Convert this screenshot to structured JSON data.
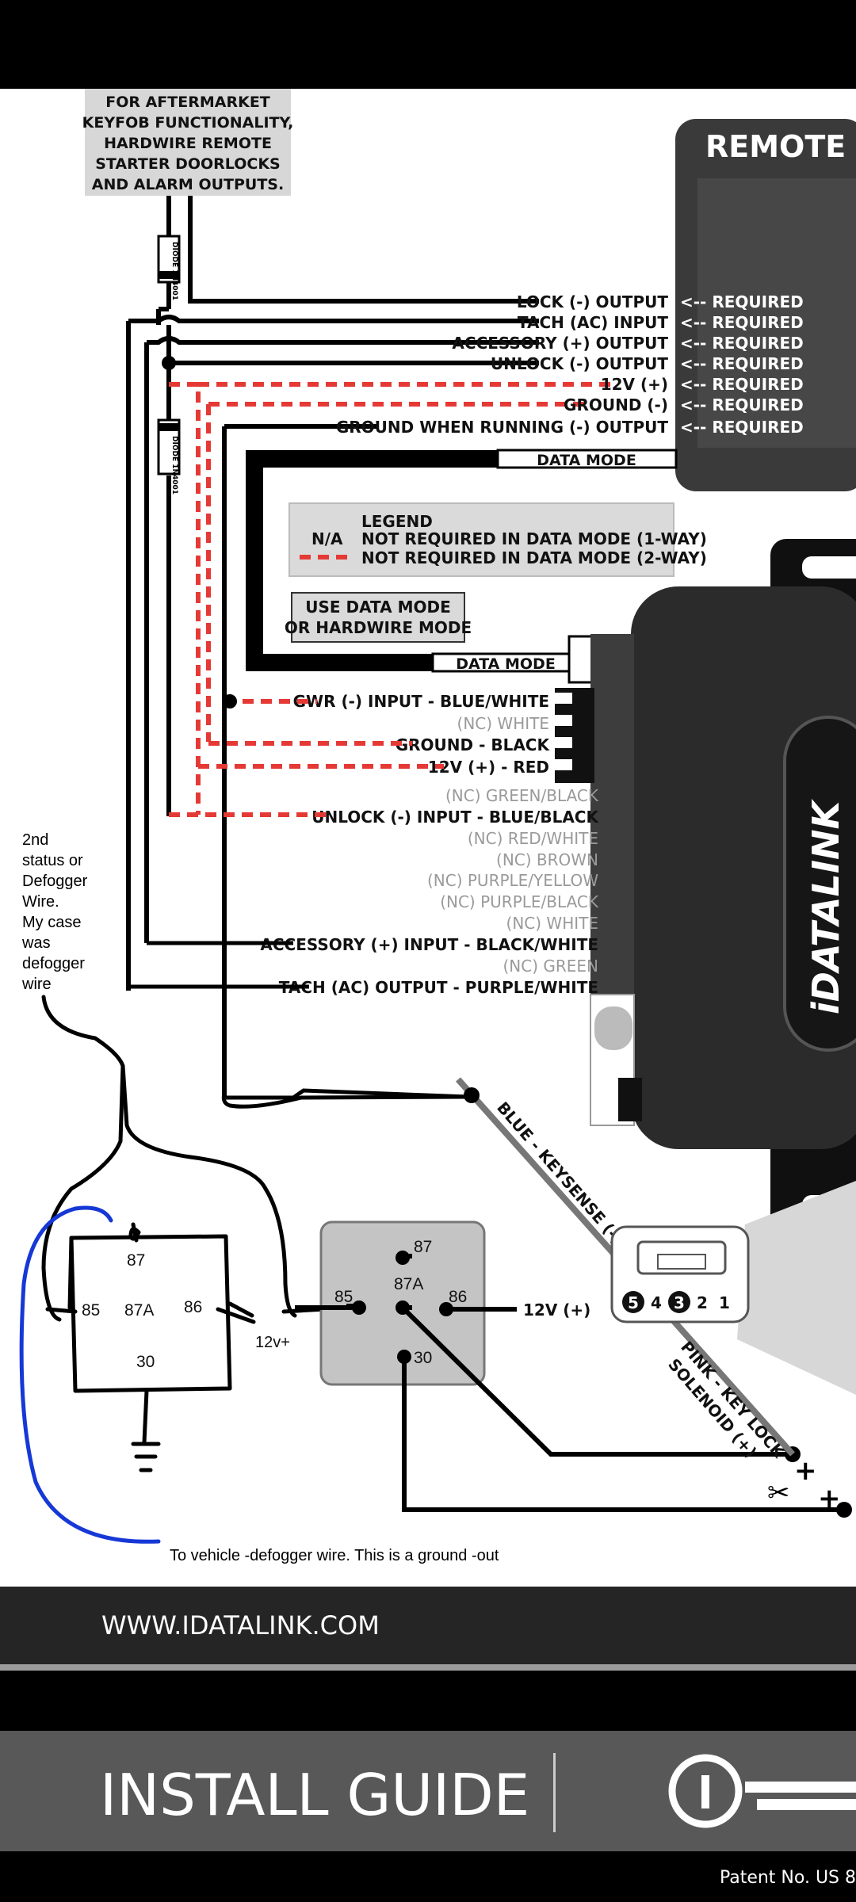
{
  "top_note": [
    "FOR AFTERMARKET",
    "KEYFOB FUNCTIONALITY,",
    "HARDWIRE REMOTE",
    "STARTER DOORLOCKS",
    "AND ALARM OUTPUTS."
  ],
  "remote_starter_title": "REMOTE S",
  "diode_label": "DIODE 1N4001",
  "outputs": [
    {
      "label": "LOCK (-) OUTPUT",
      "status": "<-- REQUIRED"
    },
    {
      "label": "TACH (AC) INPUT",
      "status": "<-- REQUIRED"
    },
    {
      "label": "ACCESSORY (+) OUTPUT",
      "status": "<-- REQUIRED"
    },
    {
      "label": "UNLOCK (-) OUTPUT",
      "status": "<-- REQUIRED"
    },
    {
      "label": "12V (+)",
      "status": "<-- REQUIRED"
    },
    {
      "label": "GROUND (-)",
      "status": "<-- REQUIRED"
    },
    {
      "label": "GROUND WHEN RUNNING (-) OUTPUT",
      "status": "<-- REQUIRED"
    }
  ],
  "data_mode": "DATA MODE",
  "legend": {
    "title": "LEGEND",
    "na_label": "N/A",
    "line1": "NOT REQUIRED IN DATA MODE (1-WAY)",
    "line2": "NOT REQUIRED IN DATA MODE (2-WAY)"
  },
  "mode_box": [
    "USE DATA MODE",
    "OR HARDWIRE MODE"
  ],
  "module_wires": [
    {
      "label": "GWR (-) INPUT - BLUE/WHITE",
      "active": true
    },
    {
      "label": "(NC) WHITE",
      "active": false
    },
    {
      "label": "GROUND - BLACK",
      "active": true
    },
    {
      "label": "12V (+) - RED",
      "active": true
    },
    {
      "label": "(NC) GREEN/BLACK",
      "active": false
    },
    {
      "label": "UNLOCK (-) INPUT - BLUE/BLACK",
      "active": true
    },
    {
      "label": "(NC) RED/WHITE",
      "active": false
    },
    {
      "label": "(NC) BROWN",
      "active": false
    },
    {
      "label": "(NC) PURPLE/YELLOW",
      "active": false
    },
    {
      "label": "(NC) PURPLE/BLACK",
      "active": false
    },
    {
      "label": "(NC) WHITE",
      "active": false
    },
    {
      "label": "ACCESSORY (+) INPUT - BLACK/WHITE",
      "active": true
    },
    {
      "label": "(NC) GREEN",
      "active": false
    },
    {
      "label": "TACH (AC) OUTPUT - PURPLE/WHITE",
      "active": true
    }
  ],
  "idatalink_vertical": "iDATALINK",
  "handwritten_note": [
    "2nd",
    "status or",
    "Defogger",
    "Wire.",
    "My case",
    "was",
    "defogger",
    "wire"
  ],
  "hand_relay": {
    "p87": "87",
    "p85": "85",
    "p87a": "87A",
    "p86": "86",
    "p30": "30",
    "supply": "12v+"
  },
  "printed_relay": {
    "p87": "87",
    "p85": "85",
    "p87a": "87A",
    "p86": "86",
    "p30": "30"
  },
  "relay_supply": "12V (+)",
  "keysense": "BLUE - KEYSENSE (-)",
  "keylock": [
    "PINK - KEY LOCK",
    "SOLENOID (+)"
  ],
  "connector_pins": [
    "5",
    "4",
    "3",
    "2",
    "1"
  ],
  "bottom_note": "To vehicle -defogger wire. This is a ground -out",
  "website": "WWW.IDATALINK.COM",
  "install_guide": "INSTALL GUIDE",
  "patent": "Patent No. US 8"
}
